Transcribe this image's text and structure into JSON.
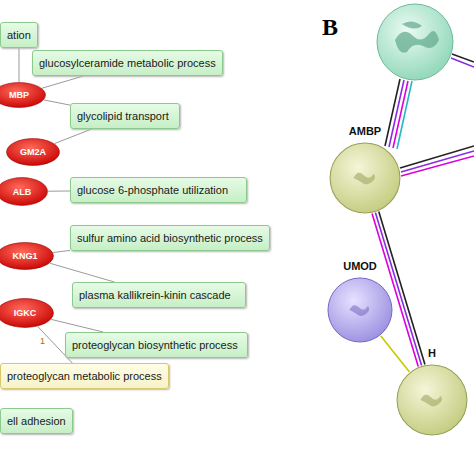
{
  "diagram": {
    "nodes": [
      {
        "text": [
          "ation"
        ]
      },
      {
        "text": [
          "glucosylceramide metabolic process"
        ]
      },
      {
        "text": [
          "MBP"
        ]
      },
      {
        "text": [
          "glycolipid transport"
        ]
      },
      {
        "text": [
          "GM2A"
        ]
      },
      {
        "text": [
          "ALB"
        ]
      },
      {
        "text": [
          "glucose 6-phosphate utilization"
        ]
      },
      {
        "text": [
          "sulfur amino acid biosynthetic process"
        ]
      },
      {
        "text": [
          "KNG1"
        ]
      },
      {
        "text": [
          "plasma kallikrein-kinin cascade"
        ]
      },
      {
        "text": [
          "IGKC"
        ]
      },
      {
        "text": [
          "proteoglycan biosynthetic process"
        ]
      },
      {
        "text": [
          "proteoglycan metabolic process"
        ]
      },
      {
        "text": [
          "ell adhesion"
        ]
      },
      {
        "text": [
          "AMBP"
        ]
      },
      {
        "text": [
          "UMOD"
        ]
      },
      {
        "text": [
          "H"
        ]
      }
    ],
    "edges": [
      {
        "from": 0,
        "to": 2,
        "arrow": "none"
      },
      {
        "from": 2,
        "to": 1,
        "arrow": "none"
      },
      {
        "from": 2,
        "to": 3,
        "arrow": "none"
      },
      {
        "from": 4,
        "to": 3,
        "arrow": "none"
      },
      {
        "from": 5,
        "to": 6,
        "arrow": "none"
      },
      {
        "from": 8,
        "to": 7,
        "arrow": "none"
      },
      {
        "from": 8,
        "to": 9,
        "arrow": "none"
      },
      {
        "from": 10,
        "to": 11,
        "arrow": "none"
      },
      {
        "from": 10,
        "to": 12,
        "arrow": "none"
      },
      {
        "from": 14,
        "to": 16,
        "arrow": "none"
      },
      {
        "from": 15,
        "to": 16,
        "arrow": "none"
      }
    ],
    "labels": [
      "B",
      "1"
    ]
  }
}
